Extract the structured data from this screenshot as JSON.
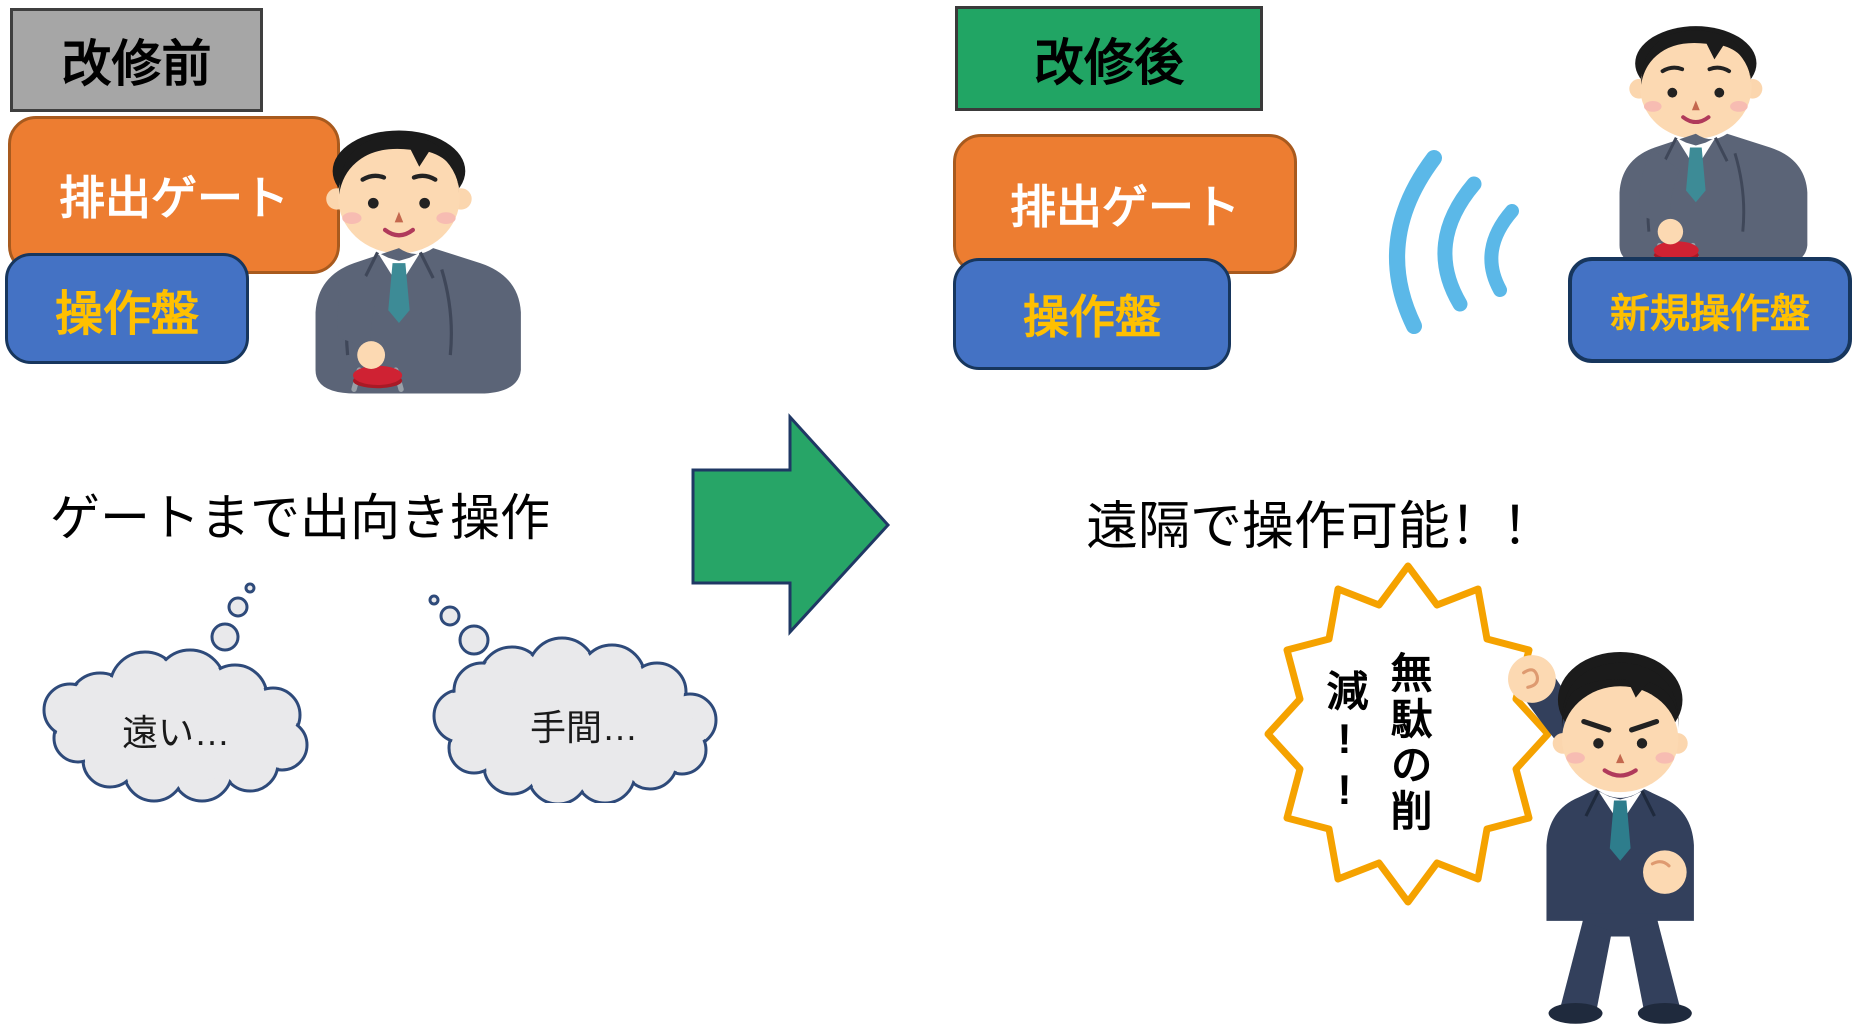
{
  "left_panel": {
    "header_label": "改修前",
    "gate_label": "排出ゲート",
    "panel_label": "操作盤",
    "caption": "ゲートまで出向き操作",
    "thought_far": "遠い…",
    "thought_hassle": "手間…"
  },
  "right_panel": {
    "header_label": "改修後",
    "gate_label": "排出ゲート",
    "panel_label": "操作盤",
    "new_panel_label": "新規操作盤",
    "caption": "遠隔で操作可能！！",
    "burst_text": "無駄の削減!!"
  },
  "icons": {
    "arrow": "right-arrow",
    "wifi": "wireless-signal",
    "person_left": "man-pressing-button",
    "person_right": "man-pressing-button-remote",
    "person_cheer": "man-fist-pump"
  },
  "colors": {
    "before_header_bg": "#a6a6a6",
    "after_header_bg": "#21a564",
    "gate_box_bg": "#ed7d31",
    "panel_box_bg": "#4472c4",
    "panel_label_color": "#ffc000",
    "arrow_fill": "#27a567",
    "wifi_blue": "#5bb8e8",
    "burst_outline": "#f5a200",
    "cloud_fill": "#e9e9eb",
    "cloud_stroke": "#2e4a7a"
  }
}
